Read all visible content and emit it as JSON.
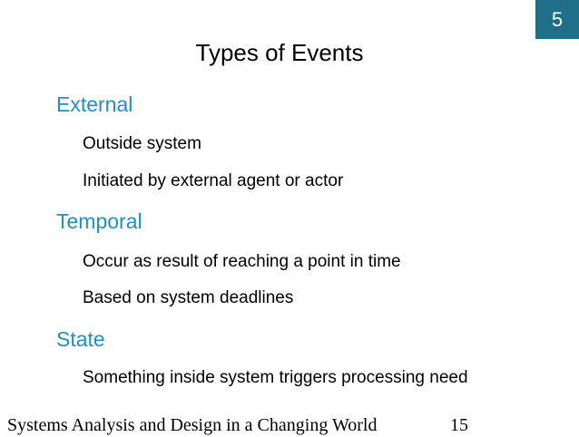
{
  "badge": {
    "label": "5"
  },
  "title": "Types of Events",
  "sections": [
    {
      "heading": "External",
      "items": [
        "Outside system",
        "Initiated by external agent or actor"
      ]
    },
    {
      "heading": "Temporal",
      "items": [
        "Occur as result of reaching a point in time",
        "Based on system deadlines"
      ]
    },
    {
      "heading": "State",
      "items": [
        "Something inside system triggers processing need"
      ]
    }
  ],
  "footer": {
    "text": "Systems Analysis and Design in a Changing World",
    "page_number": "15"
  },
  "colors": {
    "badge_bg": "#1f6f88",
    "heading": "#1e8fc7"
  }
}
